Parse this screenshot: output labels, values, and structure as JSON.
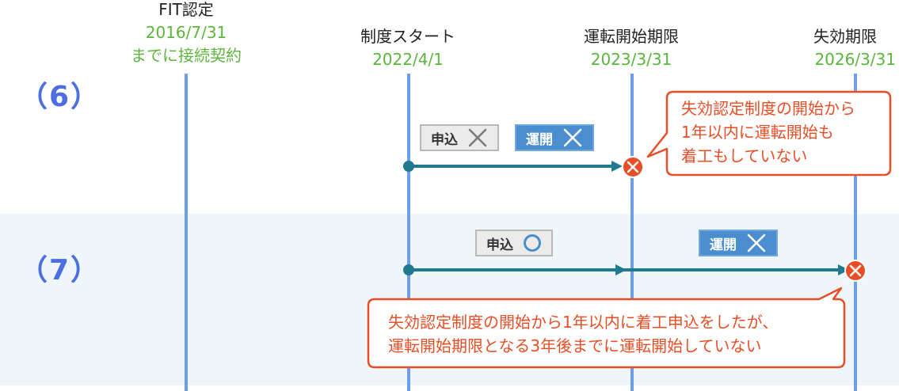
{
  "milestones": {
    "fit": {
      "title": "FIT認定",
      "date": "2016/7/31",
      "note": "までに接続契約"
    },
    "start": {
      "title": "制度スタート",
      "date": "2022/4/1"
    },
    "operation_deadline": {
      "title": "運転開始期限",
      "date": "2023/3/31"
    },
    "expiry": {
      "title": "失効期限",
      "date": "2026/3/31"
    }
  },
  "rows": [
    {
      "label": "（6）",
      "tags": [
        {
          "text": "申込",
          "mark": "×",
          "style": "grey"
        },
        {
          "text": "運開",
          "mark": "×",
          "style": "blue"
        }
      ],
      "note_lines": [
        "失効認定制度の開始から",
        "1年以内に運転開始も",
        "着工もしていない"
      ]
    },
    {
      "label": "（7）",
      "tags": [
        {
          "text": "申込",
          "mark": "○",
          "style": "grey"
        },
        {
          "text": "運開",
          "mark": "×",
          "style": "blue"
        }
      ],
      "note_lines": [
        "失効認定制度の開始から1年以内に着工申込をしたが、",
        "運転開始期限となる3年後までに運転開始していない"
      ]
    }
  ],
  "colors": {
    "timeline": "#6d9ee9",
    "arrow": "#1e7a8c",
    "date": "#5cb53c",
    "row_label": "#4b6fe0",
    "warning": "#e84e26",
    "band": "#eff6f9"
  }
}
